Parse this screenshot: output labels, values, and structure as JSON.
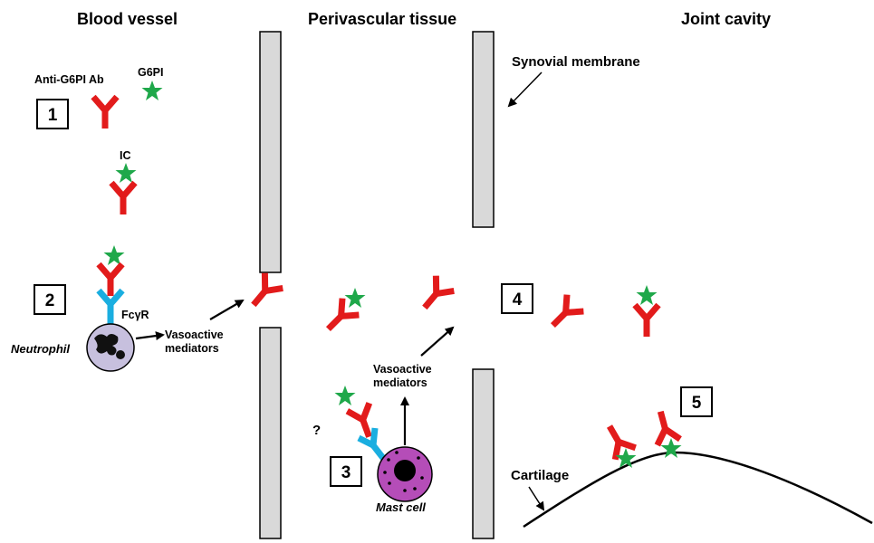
{
  "sections": {
    "blood_vessel": "Blood vessel",
    "perivascular": "Perivascular tissue",
    "joint_cavity": "Joint cavity"
  },
  "labels": {
    "anti_g6pi_ab": "Anti-G6PI Ab",
    "g6pi": "G6PI",
    "ic": "IC",
    "fcgr": "FcγR",
    "neutrophil": "Neutrophil",
    "vasoactive_1_line1": "Vasoactive",
    "vasoactive_1_line2": "mediators",
    "vasoactive_2_line1": "Vasoactive",
    "vasoactive_2_line2": "mediators",
    "synovial_membrane": "Synovial membrane",
    "mast_cell": "Mast cell",
    "cartilage": "Cartilage",
    "question": "?"
  },
  "steps": [
    "1",
    "2",
    "3",
    "4",
    "5"
  ],
  "colors": {
    "antibody": "#e21b1b",
    "antigen_star": "#1fa84a",
    "receptor": "#1aaee0",
    "neutrophil": "#c7c0de",
    "mast_cell": "#b54db8",
    "wall": "#d9d9d9"
  }
}
